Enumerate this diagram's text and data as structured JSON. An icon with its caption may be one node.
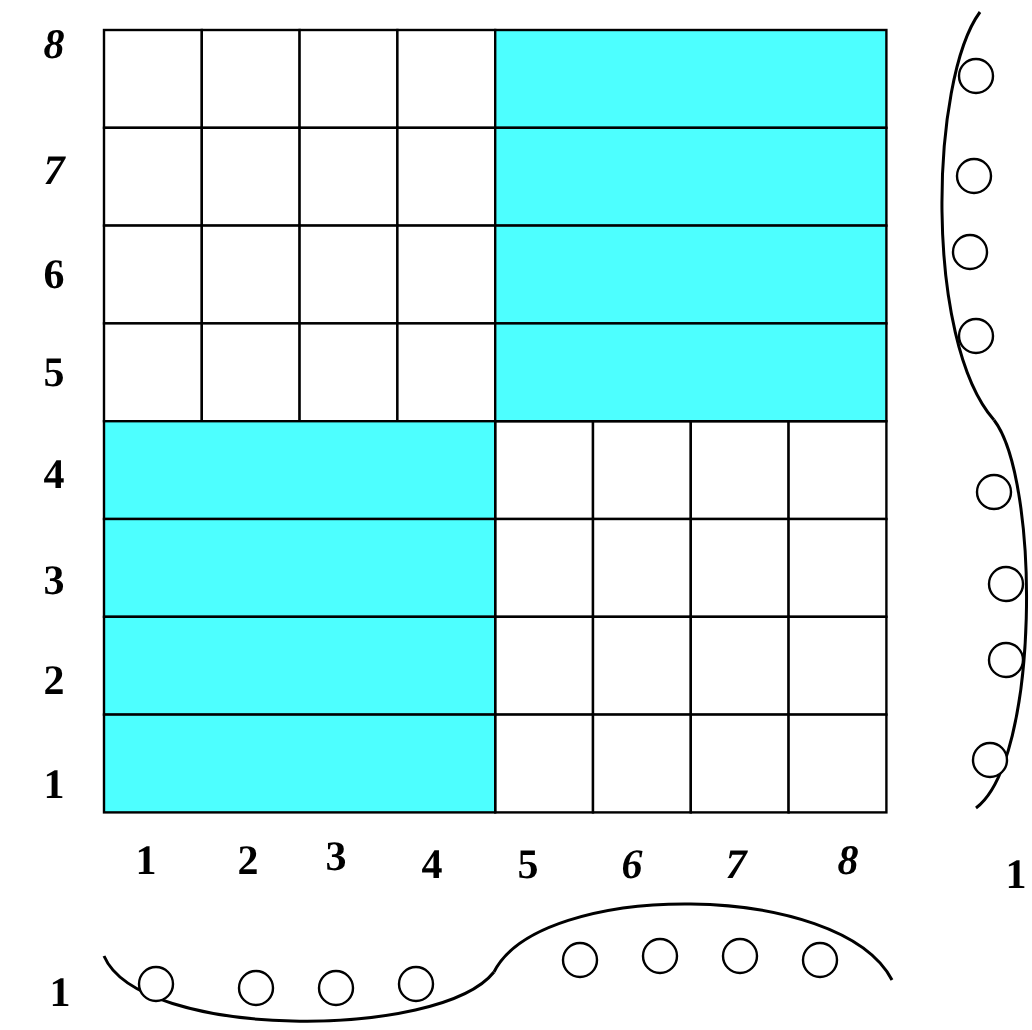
{
  "diagram": {
    "labels": [
      "8",
      "7",
      "6",
      "5",
      "4",
      "3",
      "2",
      "1",
      "1",
      "2",
      "3",
      "4",
      "5",
      "6",
      "7",
      "8",
      "1",
      "1"
    ]
  }
}
